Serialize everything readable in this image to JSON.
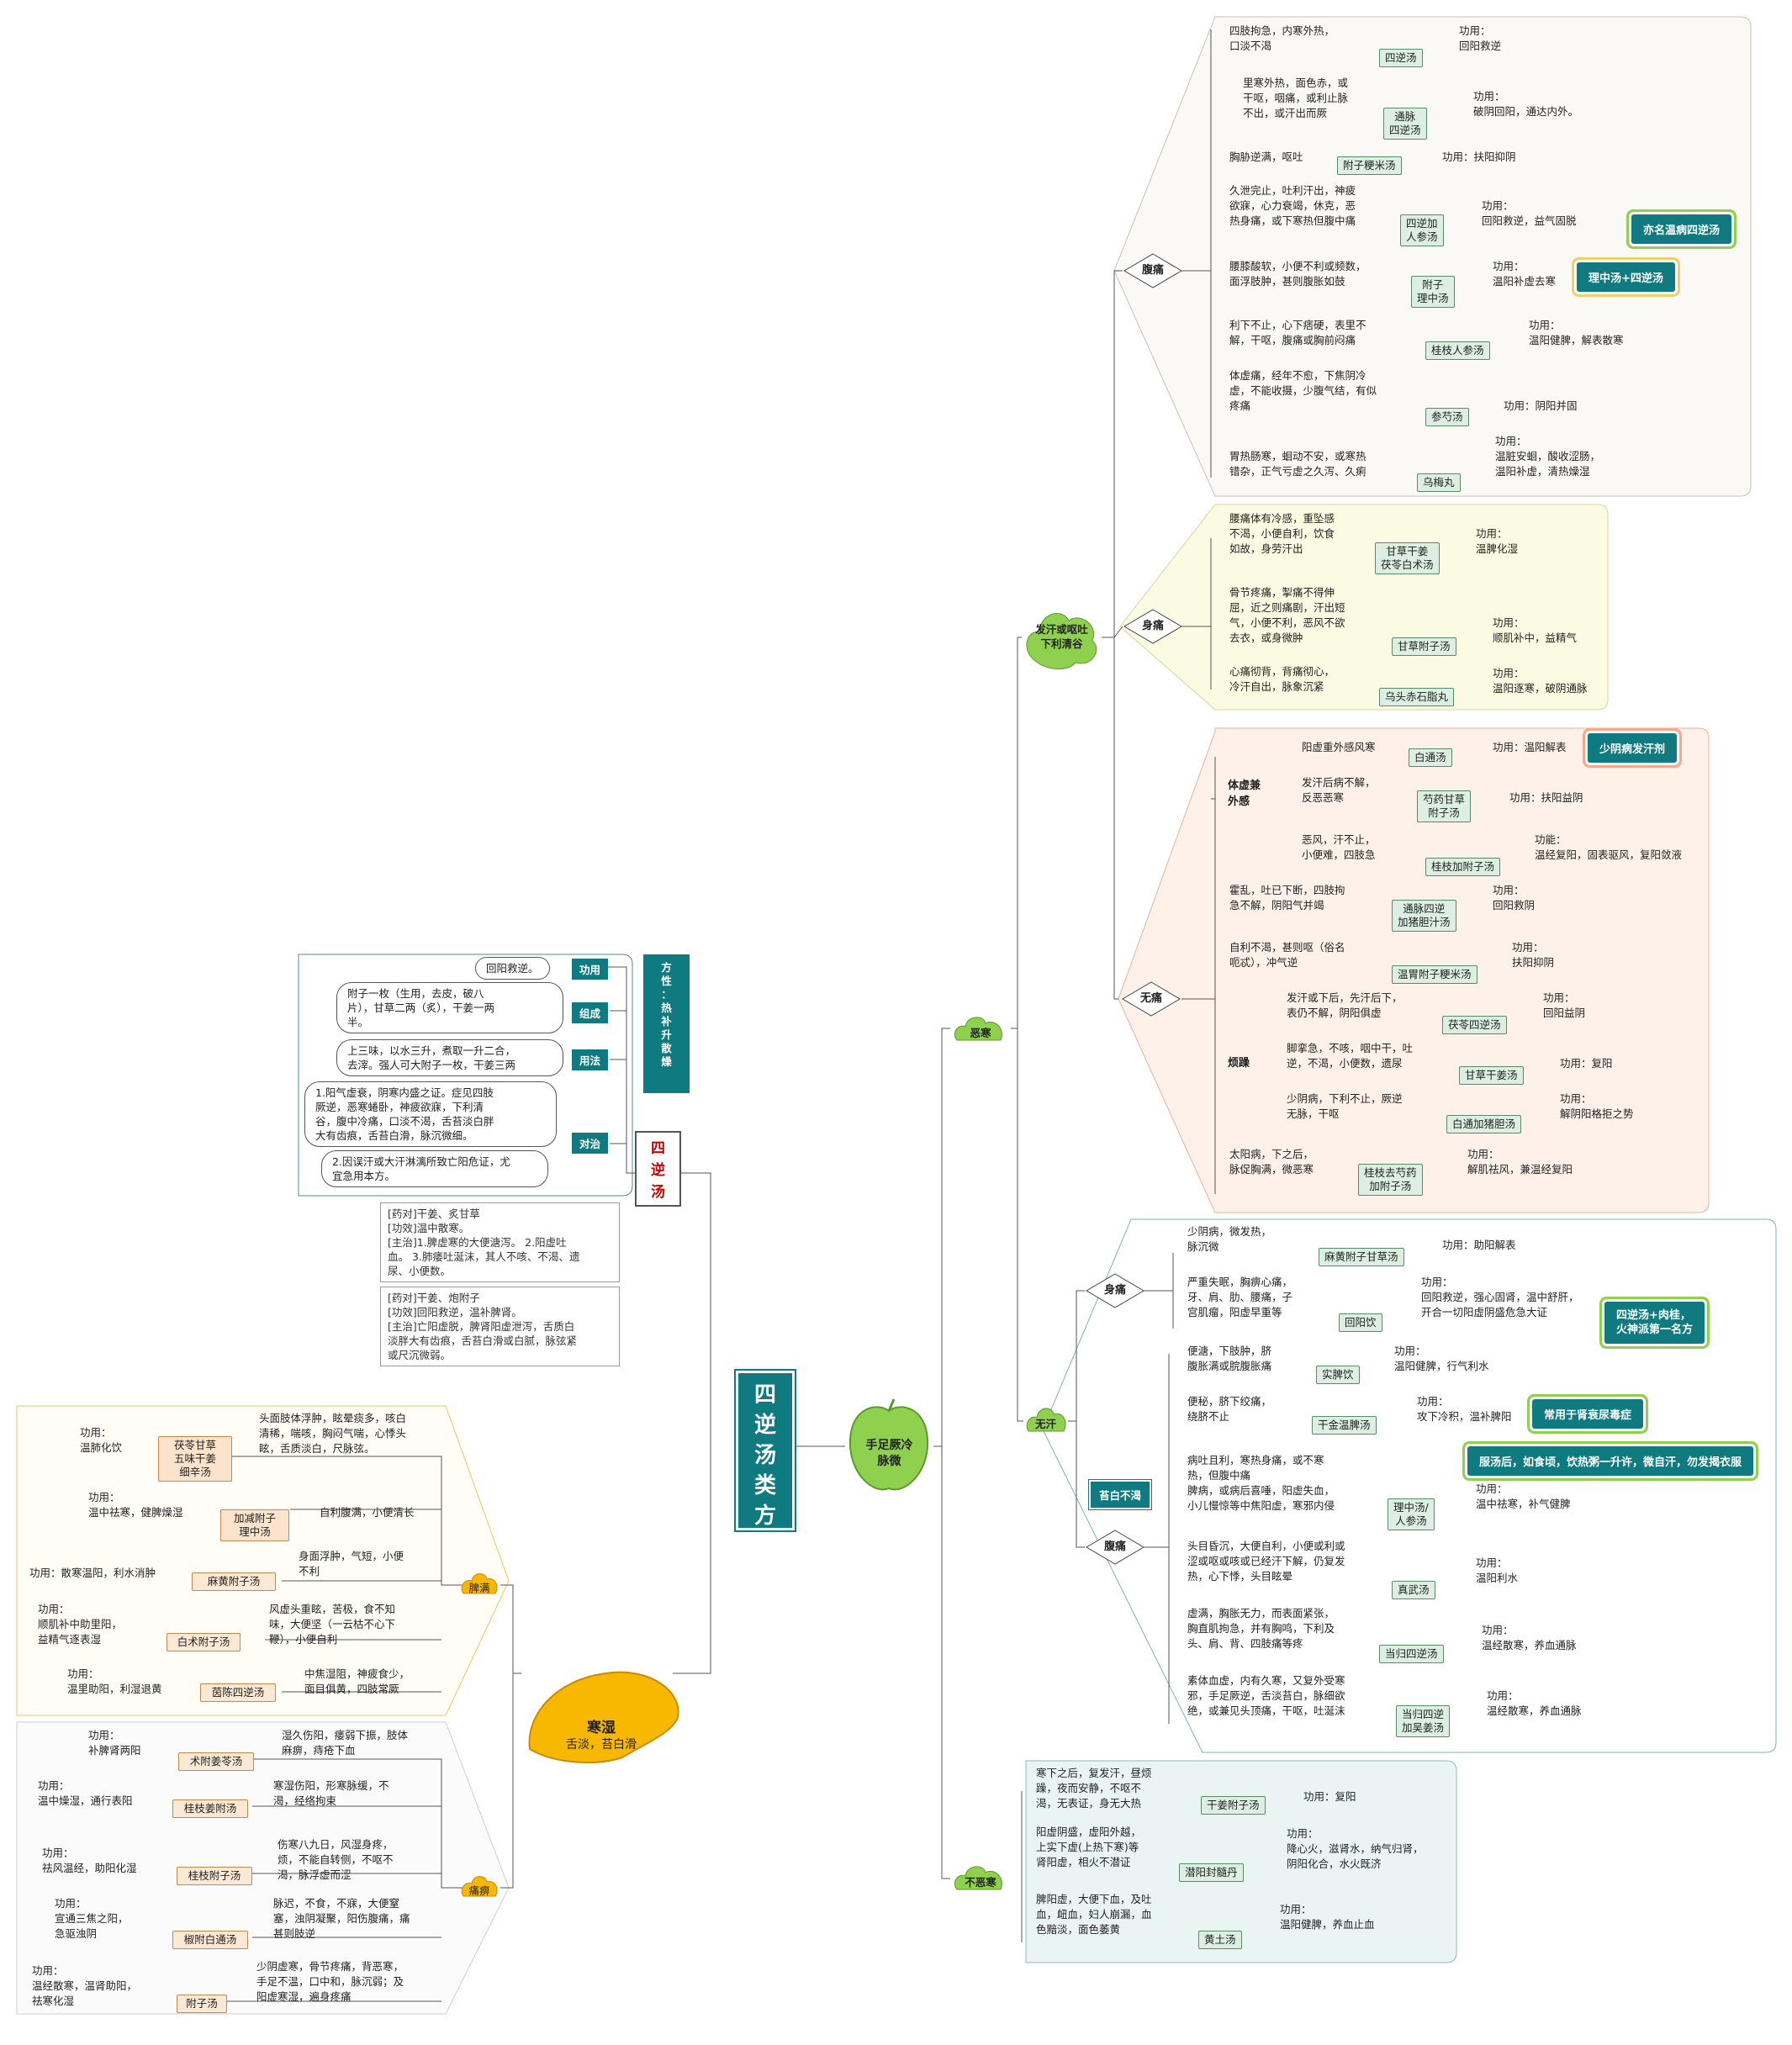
{
  "center": {
    "title": "手足厥冷\n脉微",
    "main_title": "四\n逆\n汤\n类\n方"
  },
  "siniwan": {
    "title": "四\n逆\n汤",
    "func_label": "功用",
    "func": "回阳救逆。",
    "comp_label": "组成",
    "comp": "附子一枚（生用，去皮，破八\n片），甘草二两（炙），干姜一两\n半。",
    "use_label": "用法",
    "use": "上三味，以水三升，煮取一升二合，\n去滓。强人可大附子一枚，干姜三两",
    "zhu_label": "对治",
    "zhu1": "1.阳气虚衰，阴寒内盛之证。症见四肢\n厥逆，恶寒蜷卧，神疲欲寐，下利清\n谷，腹中冷痛，口淡不渴，舌苔淡白胖\n大有齿痕，舌苔白滑，脉沉微细。",
    "zhu2": "2.因误汗或大汗淋漓所致亡阳危证，尤\n宜急用本方。",
    "nature": "方\n性\n：\n热\n补\n升\n散\n燥"
  },
  "notes": {
    "n1": "[药对]干姜、炙甘草\n[功效]温中散寒。\n[主治]1.脾虚寒的大便溏泻。 2.阳虚吐\n血。 3.肺痿吐涎沫，其人不咳、不渴、遗\n尿、小便数。",
    "n2": "[药对]干姜、炮附子\n[功效]回阳救逆，温补脾肾。\n[主治]亡阳虚脱，脾肾阳虚泄泻，舌质白\n淡胖大有齿痕，舌苔白滑或白腻，脉弦紧\n或尺沉微弱。"
  },
  "hanshi": {
    "title": "寒湿",
    "sub": "舌淡，苔白滑",
    "pimen": "脾满",
    "nue": "痛痹",
    "items_a": [
      {
        "f": "功用：\n温肺化饮",
        "b": "茯苓甘草\n五味干姜\n细辛汤",
        "s": "头面肢体浮肿，眩晕痰多，咳白\n清稀，喘咳，胸闷气喘，心悸头\n眩，舌质淡白，尺脉弦。"
      },
      {
        "f": "功用：\n温中祛寒，健脾燥湿",
        "b": "加减附子\n理中汤",
        "s": "自利腹满，小便清长"
      },
      {
        "f": "功用：散寒温阳，利水消肿",
        "b": "麻黄附子汤",
        "s": "身面浮肿，气短，小便\n不利"
      },
      {
        "f": "功用：\n顺肌补中助里阳，\n益精气逐表湿",
        "b": "白术附子汤",
        "s": "风虚头重眩，苦极，食不知\n味，大便坚（一云枯不心下\n鞭），小便自利"
      },
      {
        "f": "功用：\n温里助阳，利湿退黄",
        "b": "茵陈四逆汤",
        "s": "中焦湿阻，神疲食少，\n面目俱黄，四肢常厥"
      }
    ],
    "items_b": [
      {
        "f": "功用：\n补脾肾两阳",
        "b": "术附姜苓汤",
        "s": "湿久伤阳，痿弱下振，肢体\n麻痹，痔疮下血"
      },
      {
        "f": "功用：\n温中燥湿，通行表阳",
        "b": "桂枝姜附汤",
        "s": "寒湿伤阳，形寒脉缓，不\n渴，经络拘束"
      },
      {
        "f": "功用：\n祛风温经，助阳化湿",
        "b": "桂枝附子汤",
        "s": "伤寒八九日，风湿身疼，\n烦，不能自转侧，不呕不\n渴，脉浮虚而涩"
      },
      {
        "f": "功用：\n宣通三焦之阳，\n急驱浊阴",
        "b": "椒附白通汤",
        "s": "脉迟，不食，不寐，大便窒\n塞，浊阴凝聚，阳伤腹痛，痛\n甚则肢逆"
      },
      {
        "f": "功用：\n温经散寒，温肾助阳，\n祛寒化湿",
        "b": "附子汤",
        "s": "少阴虚寒，骨节疼痛，背恶寒，\n手足不温，口中和，脉沉弱；及\n阳虚寒湿，遍身疼痛"
      }
    ]
  },
  "wuhan": {
    "title": "恶寒",
    "fahan": "发汗或呕吐\n下利清谷",
    "fuku": "腹痛",
    "shentong": "身痛",
    "wutong": "无痛",
    "tixu": "体虚兼\n外感",
    "fanzao": "烦躁",
    "fuku_items": [
      {
        "s": "四肢拘急，内寒外热，\n口淡不渴",
        "b": "四逆汤",
        "f": "功用：\n回阳救逆"
      },
      {
        "s": "里寒外热，面色赤，或\n干呕，咽痛，或利止脉\n不出，或汗出而厥",
        "b": "通脉\n四逆汤",
        "f": "功用：\n破阴回阳，通达内外。"
      },
      {
        "s": "胸胁逆满，呕吐",
        "b": "附子粳米汤",
        "f": "功用：扶阳抑阴"
      },
      {
        "s": "久泄完止，吐利汗出，神疲\n欲寐，心力衰竭，休克，恶\n热身痛，或下寒热但腹中痛",
        "b": "四逆加\n人参汤",
        "f": "功用：\n回阳救逆，益气固脱"
      },
      {
        "s": "腰膝酸软，小便不利或频数，\n面浮肢肿，甚则腹胀如鼓",
        "b": "附子\n理中汤",
        "f": "功用：\n温阳补虚去寒"
      },
      {
        "s": "利下不止，心下痞硬，表里不\n解，干呕，腹痛或胸前闷痛",
        "b": "桂枝人参汤",
        "f": "功用：\n温阳健脾，解表散寒"
      },
      {
        "s": "体虚痛，经年不愈，下焦阴冷\n虚，不能收摄，少腹气结，有似\n疼痛",
        "b": "参芍汤",
        "f": "功用：阴阳并固"
      },
      {
        "s": "胃热肠寒，蛔动不安，或寒热\n错杂，正气亏虚之久泻、久痢",
        "b": "乌梅丸",
        "f": "功用：\n温脏安蛔，酸收涩肠，\n温阳补虚，清热燥湿"
      }
    ],
    "tag1": "亦名温病四逆汤",
    "tag2": "理中汤+四逆汤",
    "shentong_items": [
      {
        "s": "腰痛体有冷感，重坠感\n不渴，小便自利，饮食\n如故，身劳汗出",
        "b": "甘草干姜\n茯苓白术汤",
        "f": "功用：\n温脾化湿"
      },
      {
        "s": "骨节疼痛，掣痛不得伸\n屈，近之则痛剧，汗出短\n气，小便不利，恶风不欲\n去衣，或身微肿",
        "b": "甘草附子汤",
        "f": "功用：\n顺肌补中，益精气"
      },
      {
        "s": "心痛彻背，背痛彻心，\n冷汗自出，脉象沉紧",
        "b": "乌头赤石脂丸",
        "f": "功用：\n温阳逐寒，破阴通脉"
      }
    ],
    "wutong_items": [
      {
        "s": "阳虚重外感风寒",
        "b": "白通汤",
        "f": "功用：温阳解表"
      },
      {
        "s": "发汗后病不解，\n反恶恶寒",
        "b": "芍药甘草\n附子汤",
        "f": "功用：扶阳益阴"
      },
      {
        "s": "恶风，汗不止，\n小便难，四肢急",
        "b": "桂枝加附子汤",
        "f": "功能：\n温经复阳，固表驱风，复阳敛液"
      },
      {
        "s": "霍乱，吐已下断，四肢拘\n急不解，阴阳气并竭",
        "b": "通脉四逆\n加猪胆汁汤",
        "f": "功用：\n回阳救阴"
      },
      {
        "s": "自利不渴，甚则呕（俗名\n呃忒），冲气逆",
        "b": "温胃附子粳米汤",
        "f": "功用：\n扶阳抑阴"
      },
      {
        "s": "发汗或下后，先汗后下，\n表仍不解，阴阳俱虚",
        "b": "茯苓四逆汤",
        "f": "功用：\n回阳益阴"
      },
      {
        "s": "脚挛急，不咳，咽中干，吐\n逆，不渴，小便数，遗尿",
        "b": "甘草干姜汤",
        "f": "功用：复阳"
      },
      {
        "s": "少阴病，下利不止，厥逆\n无脉，干呕",
        "b": "白通加猪胆汤",
        "f": "功用：\n解阴阳格拒之势"
      },
      {
        "s": "太阳病，下之后，\n脉促胸满，微恶寒",
        "b": "桂枝去芍药\n加附子汤",
        "f": "功用：\n解肌祛风，兼温经复阳"
      }
    ],
    "tag3": "少阴病发汗剂"
  },
  "wuhan2": {
    "title": "无汗",
    "shentong": "身痛",
    "fuku": "腹痛",
    "taibai": "苔白不渴",
    "shen_items": [
      {
        "s": "少阴病，微发热，\n脉沉微",
        "b": "麻黄附子甘草汤",
        "f": "功用：助阳解表"
      },
      {
        "s": "严重失眠，胸痹心痛，\n牙、肩、肋、腰痛，子\n宫肌瘤，阳虚早重等",
        "b": "回阳饮",
        "f": "功用：\n回阳救逆，强心固肾，温中舒肝，\n开合一切阳虚阴盛危急大证"
      }
    ],
    "fu_items": [
      {
        "s": "便溏，下肢肿，脐\n腹胀满或脘腹胀痛",
        "b": "实脾饮",
        "f": "功用：\n温阳健脾，行气利水"
      },
      {
        "s": "便秘，脐下绞痛，\n绕脐不止",
        "b": "干金温脾汤",
        "f": "功用：\n攻下冷积，温补脾阳"
      },
      {
        "s": "病吐且利，寒热身痛，或不寒\n热，但腹中痛\n脾病，或病后喜唾，阳虚失血，\n小儿慢惊等中焦阳虚，寒邪内侵",
        "b": "理中汤/\n人参汤",
        "f": "功用：\n温中祛寒，补气健脾"
      },
      {
        "s": "头目昏沉，大便自利，小便或利或\n涩或呕或咳或已经汗下解，仍复发\n热，心下悸，头目眩晕",
        "b": "真武汤",
        "f": "功用：\n温阳利水"
      },
      {
        "s": "虚满，胸胀无力，而表面紧张，\n胸直肌拘急，并有胸鸣，下利及\n头、肩、背、四肢痛等疼",
        "b": "当归四逆汤",
        "f": "功用：\n温经散寒，养血通脉"
      },
      {
        "s": "素体血虚，内有久寒，又复外受寒\n邪，手足厥逆，舌淡苔白，脉细欲\n绝，或兼见头顶痛，干呕，吐涎沫",
        "b": "当归四逆\n加吴姜汤",
        "f": "功用：\n温经散寒，养血通脉"
      }
    ],
    "tag4": "四逆汤+肉桂，\n火神派第一名方",
    "tag5": "常用于肾衰尿毒症",
    "tag6": "服汤后，如食顷，饮热粥一升许，微自汗，勿发揭衣服"
  },
  "buwuhan": {
    "title": "不恶寒",
    "items": [
      {
        "s": "寒下之后，复发汗，昼烦\n躁，夜而安静，不呕不\n渴，无表证，身无大热",
        "b": "干姜附子汤",
        "f": "功用：复阳"
      },
      {
        "s": "阳虚阴盛，虚阳外越，\n上实下虚(上热下寒)等\n肾阳虚，相火不潜证",
        "b": "潜阳封髓丹",
        "f": "功用：\n降心火，滋肾水，纳气归肾，\n阴阳化合，水火既济"
      },
      {
        "s": "脾阳虚，大便下血，及吐\n血，衄血，妇人崩漏，血\n色黯淡，面色萎黄",
        "b": "黄土汤",
        "f": "功用：\n温阳健脾，养血止血"
      }
    ]
  }
}
